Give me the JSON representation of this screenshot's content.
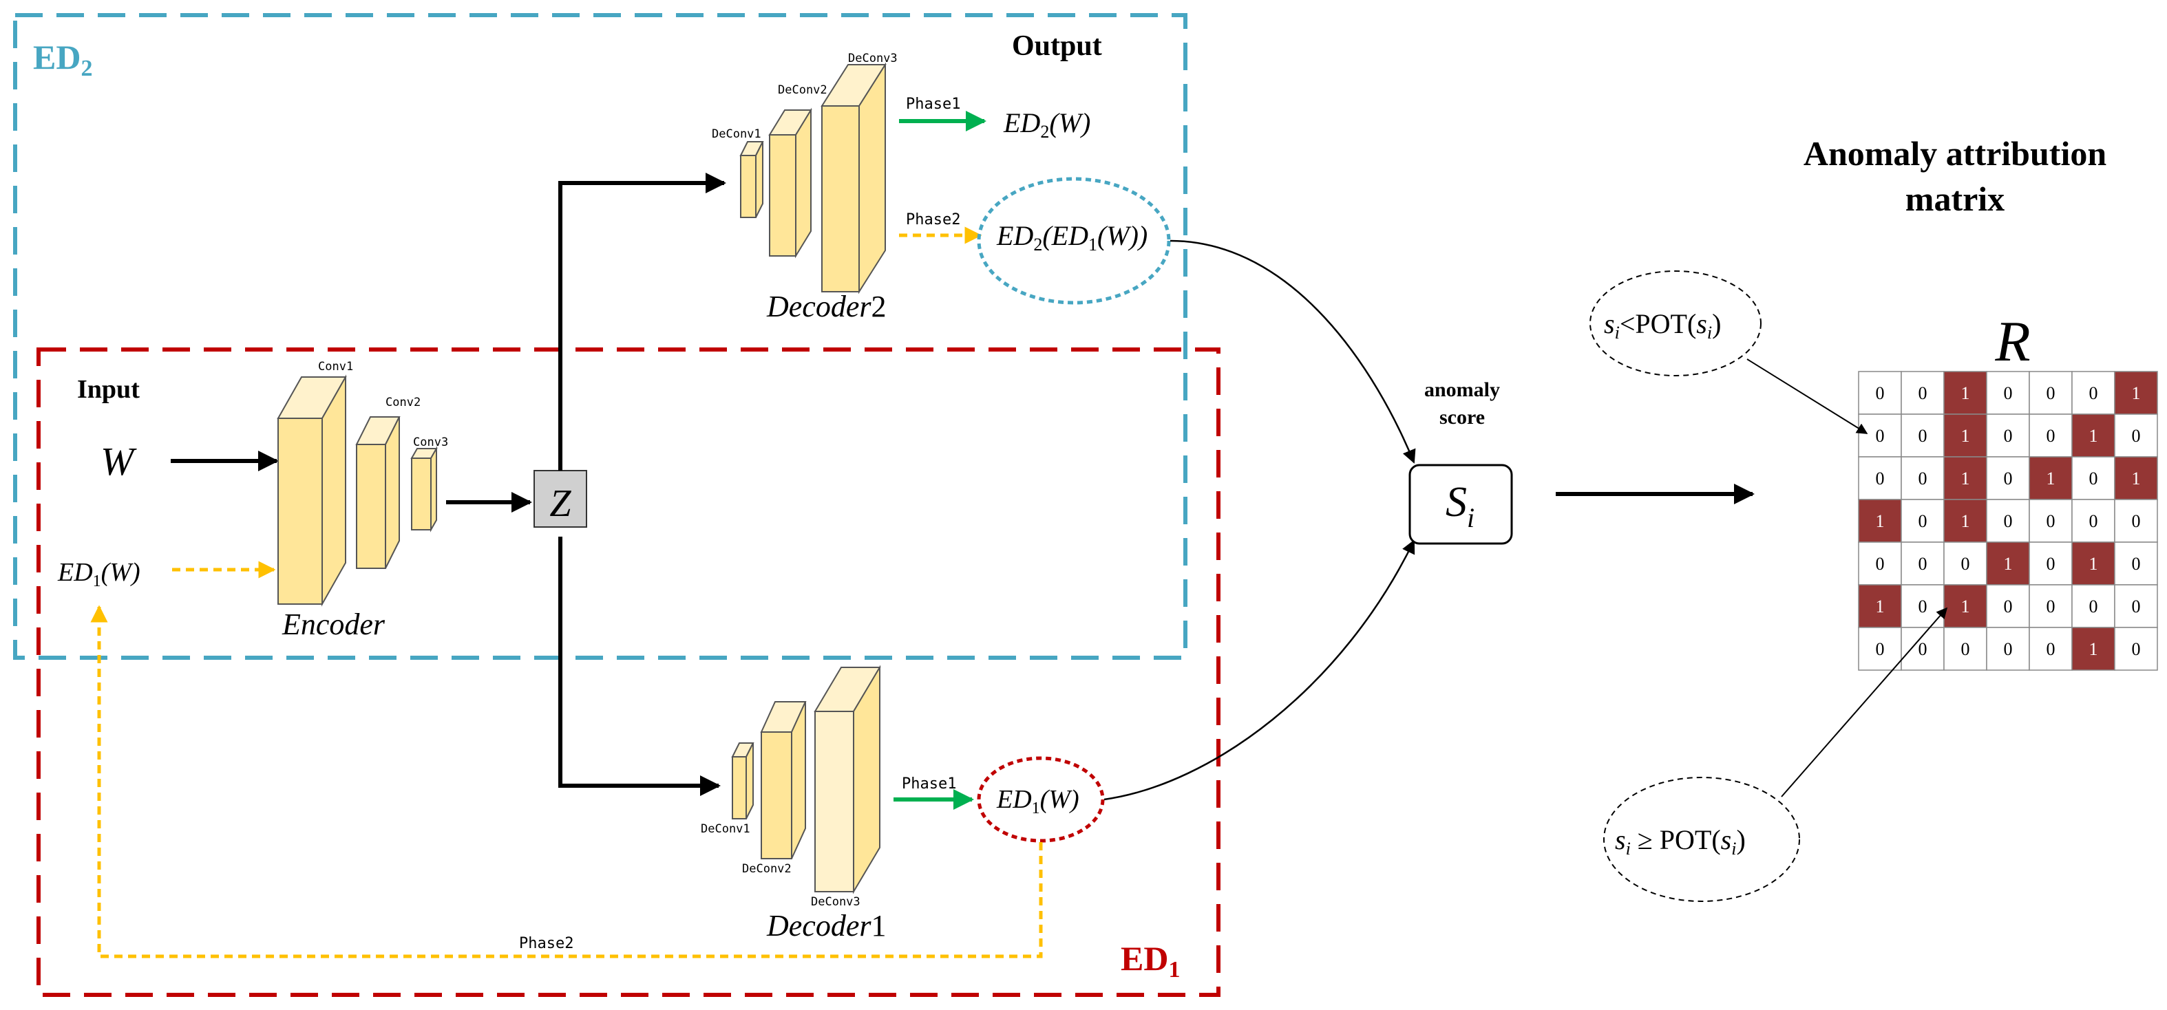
{
  "figure": {
    "regions": {
      "ed2": {
        "label_main": "ED",
        "label_sub": "2",
        "color": "#47a6c2"
      },
      "ed1": {
        "label_main": "ED",
        "label_sub": "1",
        "color": "#c00000"
      }
    },
    "input": {
      "title": "Input",
      "w_symbol": "W",
      "ed1w_main": "ED",
      "ed1w_sub": "1",
      "ed1w_arg": "(W)"
    },
    "encoder": {
      "label": "Encoder",
      "layers": [
        "Conv1",
        "Conv2",
        "Conv3"
      ]
    },
    "latent": {
      "label": "Z"
    },
    "decoder2": {
      "label_main": "Decoder",
      "label_num": "2",
      "layers": [
        "DeConv1",
        "DeConv2",
        "DeConv3"
      ]
    },
    "decoder1": {
      "label_main": "Decoder",
      "label_num": "1",
      "layers": [
        "DeConv1",
        "DeConv2",
        "DeConv3"
      ]
    },
    "output": {
      "title": "Output",
      "phase1_label": "Phase1",
      "phase2_label": "Phase2",
      "ed2w_main": "ED",
      "ed2w_sub": "2",
      "ed2w_arg": "(W)",
      "ed2ed1_main": "ED",
      "ed2ed1_sub": "2",
      "ed2ed1_mid": "(ED",
      "ed2ed1_sub2": "1",
      "ed2ed1_arg": "(W))"
    },
    "decoder1_out": {
      "phase1_label": "Phase1",
      "ed1w_main": "ED",
      "ed1w_sub": "1",
      "ed1w_arg": "(W)"
    },
    "feedback": {
      "phase2_label": "Phase2"
    },
    "score": {
      "title_line1": "anomaly",
      "title_line2": "score",
      "symbol": "S",
      "sub": "i"
    },
    "matrix": {
      "title_line1": "Anomaly attribution",
      "title_line2": "matrix",
      "symbol": "R",
      "rows": [
        [
          0,
          0,
          1,
          0,
          0,
          0,
          1
        ],
        [
          0,
          0,
          1,
          0,
          0,
          1,
          0
        ],
        [
          0,
          0,
          1,
          0,
          1,
          0,
          1
        ],
        [
          1,
          0,
          1,
          0,
          0,
          0,
          0
        ],
        [
          0,
          0,
          0,
          1,
          0,
          1,
          0
        ],
        [
          1,
          0,
          1,
          0,
          0,
          0,
          0
        ],
        [
          0,
          0,
          0,
          0,
          0,
          1,
          0
        ]
      ],
      "fill_color": "#943634",
      "lt_label": {
        "s": "s",
        "sub": "i",
        "op": "<POT(",
        "s2": "s",
        "sub2": "i",
        "close": ")"
      },
      "ge_label": {
        "s": "s",
        "sub": "i",
        "op": " ≥ POT(",
        "s2": "s",
        "sub2": "i",
        "close": ")"
      }
    },
    "colors": {
      "green": "#00b050",
      "yellow": "#ffc000",
      "block_face": "#ffe699",
      "block_side": "#fff2cc",
      "latent": "#d0d0d0"
    }
  }
}
